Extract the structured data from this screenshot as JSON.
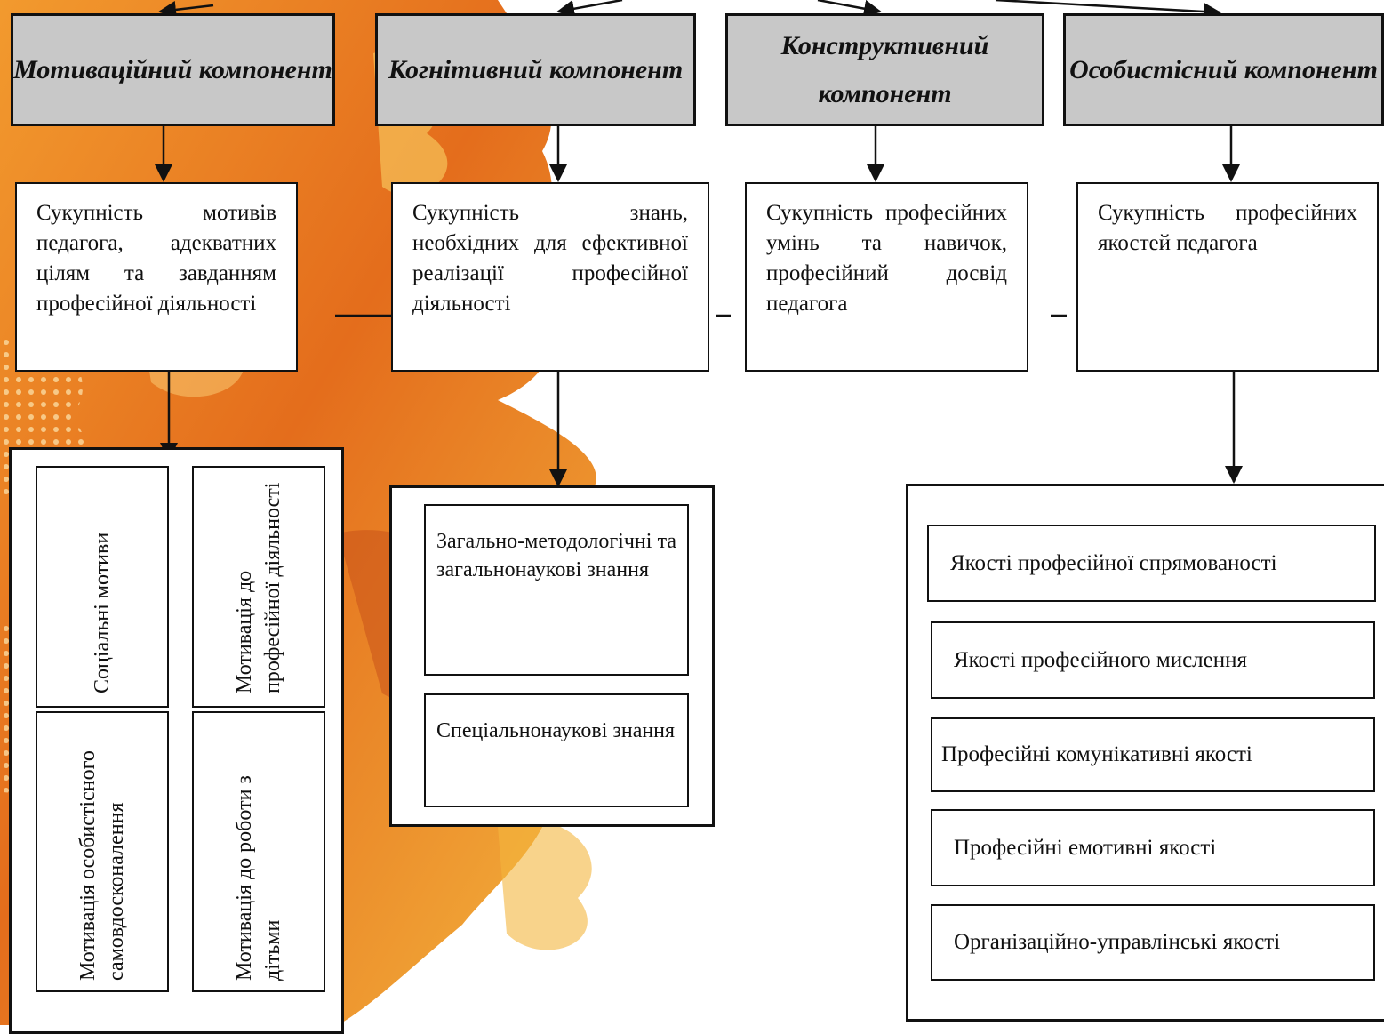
{
  "components": [
    {
      "title": "Мотиваційний компонент",
      "description": "Сукупність мотивів педагога, адекватних цілям та завданням професійної діяльності"
    },
    {
      "title": "Когнітивний компонент",
      "description": "Сукупність знань, необхідних для ефективної реалізації професійної діяльності"
    },
    {
      "title": "Конструктивний компонент",
      "description": "Сукупність професійних умінь та навичок, професійний досвід педагога"
    },
    {
      "title": "Особистісний компонент",
      "description": "Сукупність професійних якостей педагога"
    }
  ],
  "motives": [
    "Соціальні мотиви",
    "Мотивація до професійної діяльності",
    "Мотивація особистісного самовдосконалення",
    "Мотивація до роботи з дітьми"
  ],
  "knowledge": [
    "Загально-методологічні та загальнонаукові знання",
    "Спеціальнонаукові знання"
  ],
  "qualities": [
    "Якості професійної спрямованості",
    "Якості професійного мислення",
    "Професійні комунікативні якості",
    "Професійні емотивні якості",
    "Організаційно-управлінські якості"
  ],
  "colors": {
    "header_fill": "#c8c8c8",
    "stroke": "#111111",
    "splash_dark": "#d9611a",
    "splash_light": "#f6b23c"
  }
}
